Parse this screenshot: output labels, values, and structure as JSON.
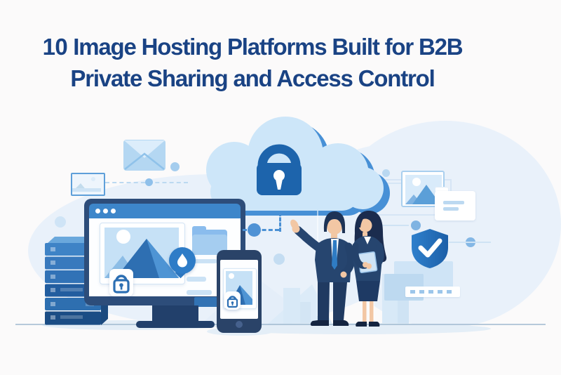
{
  "title": {
    "number": "10",
    "line1": " Image Hosting Platforms Built for B2B",
    "line2": "Private Sharing and Access Control"
  },
  "palette": {
    "bg": "#fbfafa",
    "title-navy": "#1a4384",
    "blob": "#e9f1fa",
    "cloud-light": "#cde6f9",
    "cloud-dark": "#4790d6",
    "lock-blue": "#1d64ac",
    "navy-frame": "#2d4d7a",
    "navy-dark": "#22406b",
    "browser-bar": "#3d86ca",
    "screen-white": "#fdfeff",
    "sky": "#c6e1f6",
    "mountain-dark": "#2e6fb2",
    "mountain-mid": "#4e94d4",
    "mountain-light": "#8cbde6",
    "folder-blue": "#8abced",
    "folder-light": "#a5cdf0",
    "bar-light": "#cbe2f5",
    "accent": "#2e7cc7",
    "badge-stroke": "#2d6fb3",
    "suit": "#26456f",
    "suit-dark": "#203a61",
    "skin": "#f2c7a4",
    "shield-light": "#2f80cc",
    "shield-dark": "#1c5fa8",
    "dash-blue": "#4a90d4",
    "line-light": "#bcd9f1",
    "frame-border": "#a9cfee",
    "card-light": "#cfe4f6",
    "card-mid": "#bdd9f0",
    "ground": "#9fb8cf",
    "shadow": "#e4eef7"
  },
  "icons": {
    "cloud-lock-icon": "cloud storage with padlock",
    "envelope-icon": "mail envelope",
    "shield-check-icon": "security shield with checkmark",
    "photo-frame-icon": "image placeholder with mountains and sun",
    "folder-icon": "file folder",
    "location-pin-icon": "blue circle badge with white droplet",
    "padlock-badge-icon": "padlock in white rounded card",
    "server-stack-icon": "stacked server units",
    "monitor-icon": "desktop browser window showing image gallery",
    "smartphone-icon": "mobile phone showing locked image",
    "business-people-icon": "two professionals discussing cloud security"
  }
}
